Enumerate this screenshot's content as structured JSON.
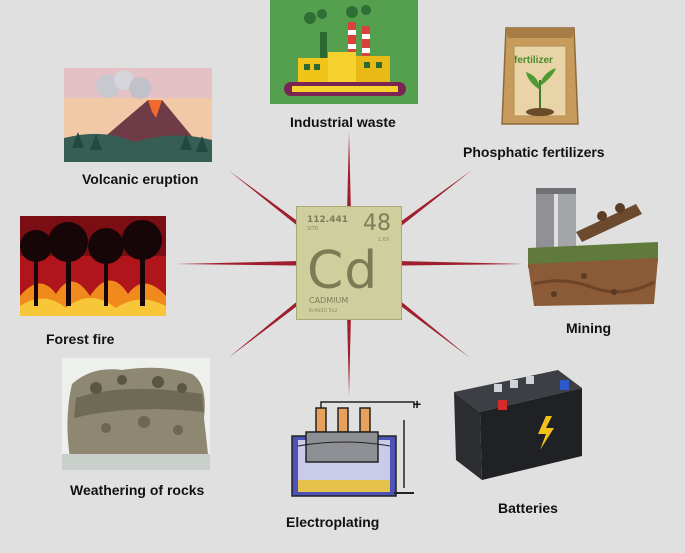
{
  "center": {
    "mass": "112.441",
    "atomic_number": "48",
    "symbol": "Cd",
    "name": "CADMIUM",
    "small_top": "SIT8",
    "small_right": "1.69",
    "small_bottom": "Kr4d10 5s2"
  },
  "sources": [
    {
      "id": "industrial",
      "label": "Industrial waste"
    },
    {
      "id": "phosphatic",
      "label": "Phosphatic fertilizers"
    },
    {
      "id": "mining",
      "label": "Mining"
    },
    {
      "id": "batteries",
      "label": "Batteries"
    },
    {
      "id": "electroplating",
      "label": "Electroplating"
    },
    {
      "id": "weathering",
      "label": "Weathering of rocks"
    },
    {
      "id": "forest",
      "label": "Forest fire"
    },
    {
      "id": "volcanic",
      "label": "Volcanic eruption"
    }
  ],
  "fertilizer_bag_text": "fertilizer",
  "electroplating_sign": "+",
  "colors": {
    "spoke": "#a01f2e",
    "background": "#dfe0df",
    "tile": "#cfcf9e"
  }
}
